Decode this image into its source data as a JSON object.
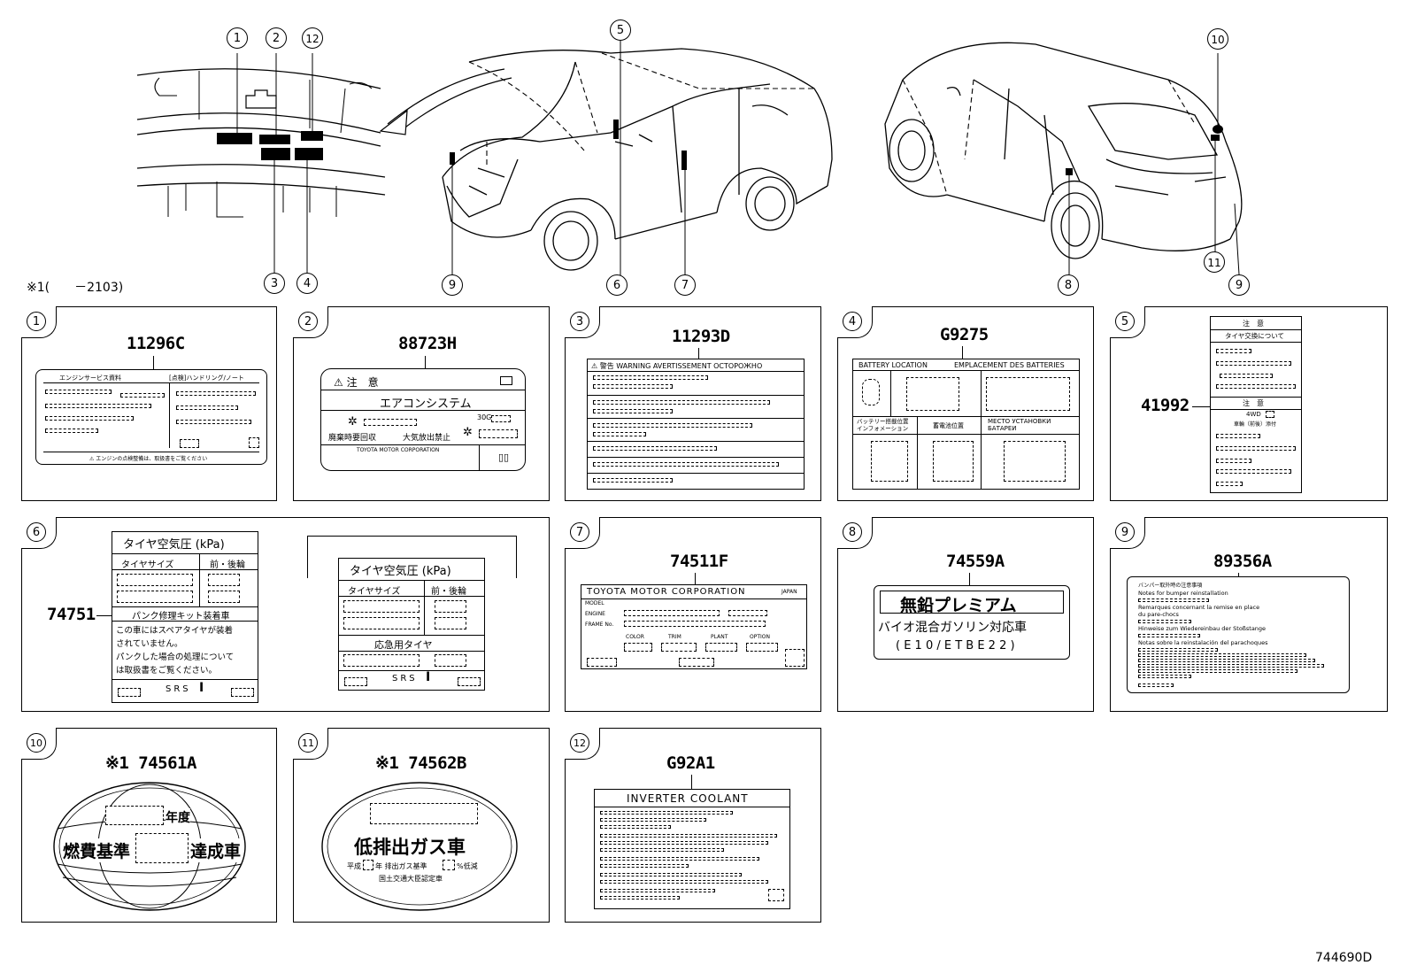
{
  "diagram_code": "744690D",
  "footnote": "※1(　　－2103)",
  "callouts": {
    "c1": "1",
    "c2": "2",
    "c12": "12",
    "c3": "3",
    "c4": "4",
    "c5": "5",
    "c9a": "9",
    "c6": "6",
    "c7": "7",
    "c10": "10",
    "c8": "8",
    "c11": "11",
    "c9b": "9"
  },
  "panels": [
    {
      "num": "1",
      "part": "11296C"
    },
    {
      "num": "2",
      "part": "88723H"
    },
    {
      "num": "3",
      "part": "11293D"
    },
    {
      "num": "4",
      "part": "G9275"
    },
    {
      "num": "5",
      "part": "41992"
    },
    {
      "num": "6",
      "part": "74751"
    },
    {
      "num": "7",
      "part": "74511F"
    },
    {
      "num": "8",
      "part": "74559A"
    },
    {
      "num": "9",
      "part": "89356A"
    },
    {
      "num": "10",
      "part": "※1 74561A"
    },
    {
      "num": "11",
      "part": "※1 74562B"
    },
    {
      "num": "12",
      "part": "G92A1"
    }
  ],
  "label1": {
    "head_left": "エンジンサービス資料",
    "head_right": "[点検]ハンドリング/ノート",
    "foot": "⚠ エンジンの点検整備は、取扱書をご覧ください"
  },
  "label2": {
    "title": "⚠ 注　意",
    "system": "エアコンシステム",
    "left_caption": "廃棄時要回収",
    "right_caption": "大気放出禁止",
    "code": "30G",
    "maker": "TOYOTA MOTOR CORPORATION"
  },
  "label3": {
    "header": "⚠ 警告 WARNING AVERTISSEMENT OCTOPOЖHO"
  },
  "label4": {
    "h1": "BATTERY LOCATION",
    "h2": "EMPLACEMENT DES BATTERIES",
    "l1": "バッテリー搭載位置\nインフォメーション",
    "l2": "蓄電池位置",
    "l3": "MECTO УСТАНОВКИ\nБАТАРЕИ"
  },
  "label5": {
    "t1": "注　意",
    "t2": "タイヤ交換について",
    "t3": "注　意",
    "t4": "4WD",
    "t5": "車輪（前後）添付"
  },
  "label6a": {
    "title": "タイヤ空気圧 (kPa)",
    "c1": "タイヤサイズ",
    "c2": "前・後輪",
    "repair": "パンク修理キット装着車",
    "note1": "この車にはスペアタイヤが装着",
    "note2": "されていません。",
    "note3": "パンクした場合の処理について",
    "note4": "は取扱書をご覧ください。",
    "srs": "SRS"
  },
  "label6b": {
    "title": "タイヤ空気圧 (kPa)",
    "c1": "タイヤサイズ",
    "c2": "前・後輪",
    "spare": "応急用タイヤ",
    "srs": "SRS"
  },
  "label7": {
    "maker": "TOYOTA MOTOR CORPORATION",
    "japan": "JAPAN",
    "model": "MODEL",
    "engine": "ENGINE",
    "frame": "FRAME No.",
    "color": "COLOR",
    "trim": "TRIM",
    "plant": "PLANT",
    "option": "OPTION"
  },
  "label8": {
    "l1": "無鉛プレミアム",
    "l2": "バイオ混合ガソリン対応車",
    "l3": "( E 1 0 / E T B E 2 2 )"
  },
  "label9": {
    "t1": "バンパー取外時の注意事項",
    "t2": "Notes for bumper reinstallation",
    "t3": "Remarques concernant la remise en place",
    "t4": "du pare-chocs",
    "t5": "Hinweise zum Wiedereinbau der Stoßstange",
    "t6": "Notas sobre la reinstalación del parachoques"
  },
  "label10": {
    "year": "年度",
    "left": "燃費基準",
    "right": "達成車"
  },
  "label11": {
    "big": "低排出ガス車",
    "small1": "平成",
    "small2": "年 排出ガス基準",
    "small3": "%低減",
    "small4": "国土交通大臣認定車"
  },
  "label12": {
    "title": "INVERTER COOLANT"
  }
}
